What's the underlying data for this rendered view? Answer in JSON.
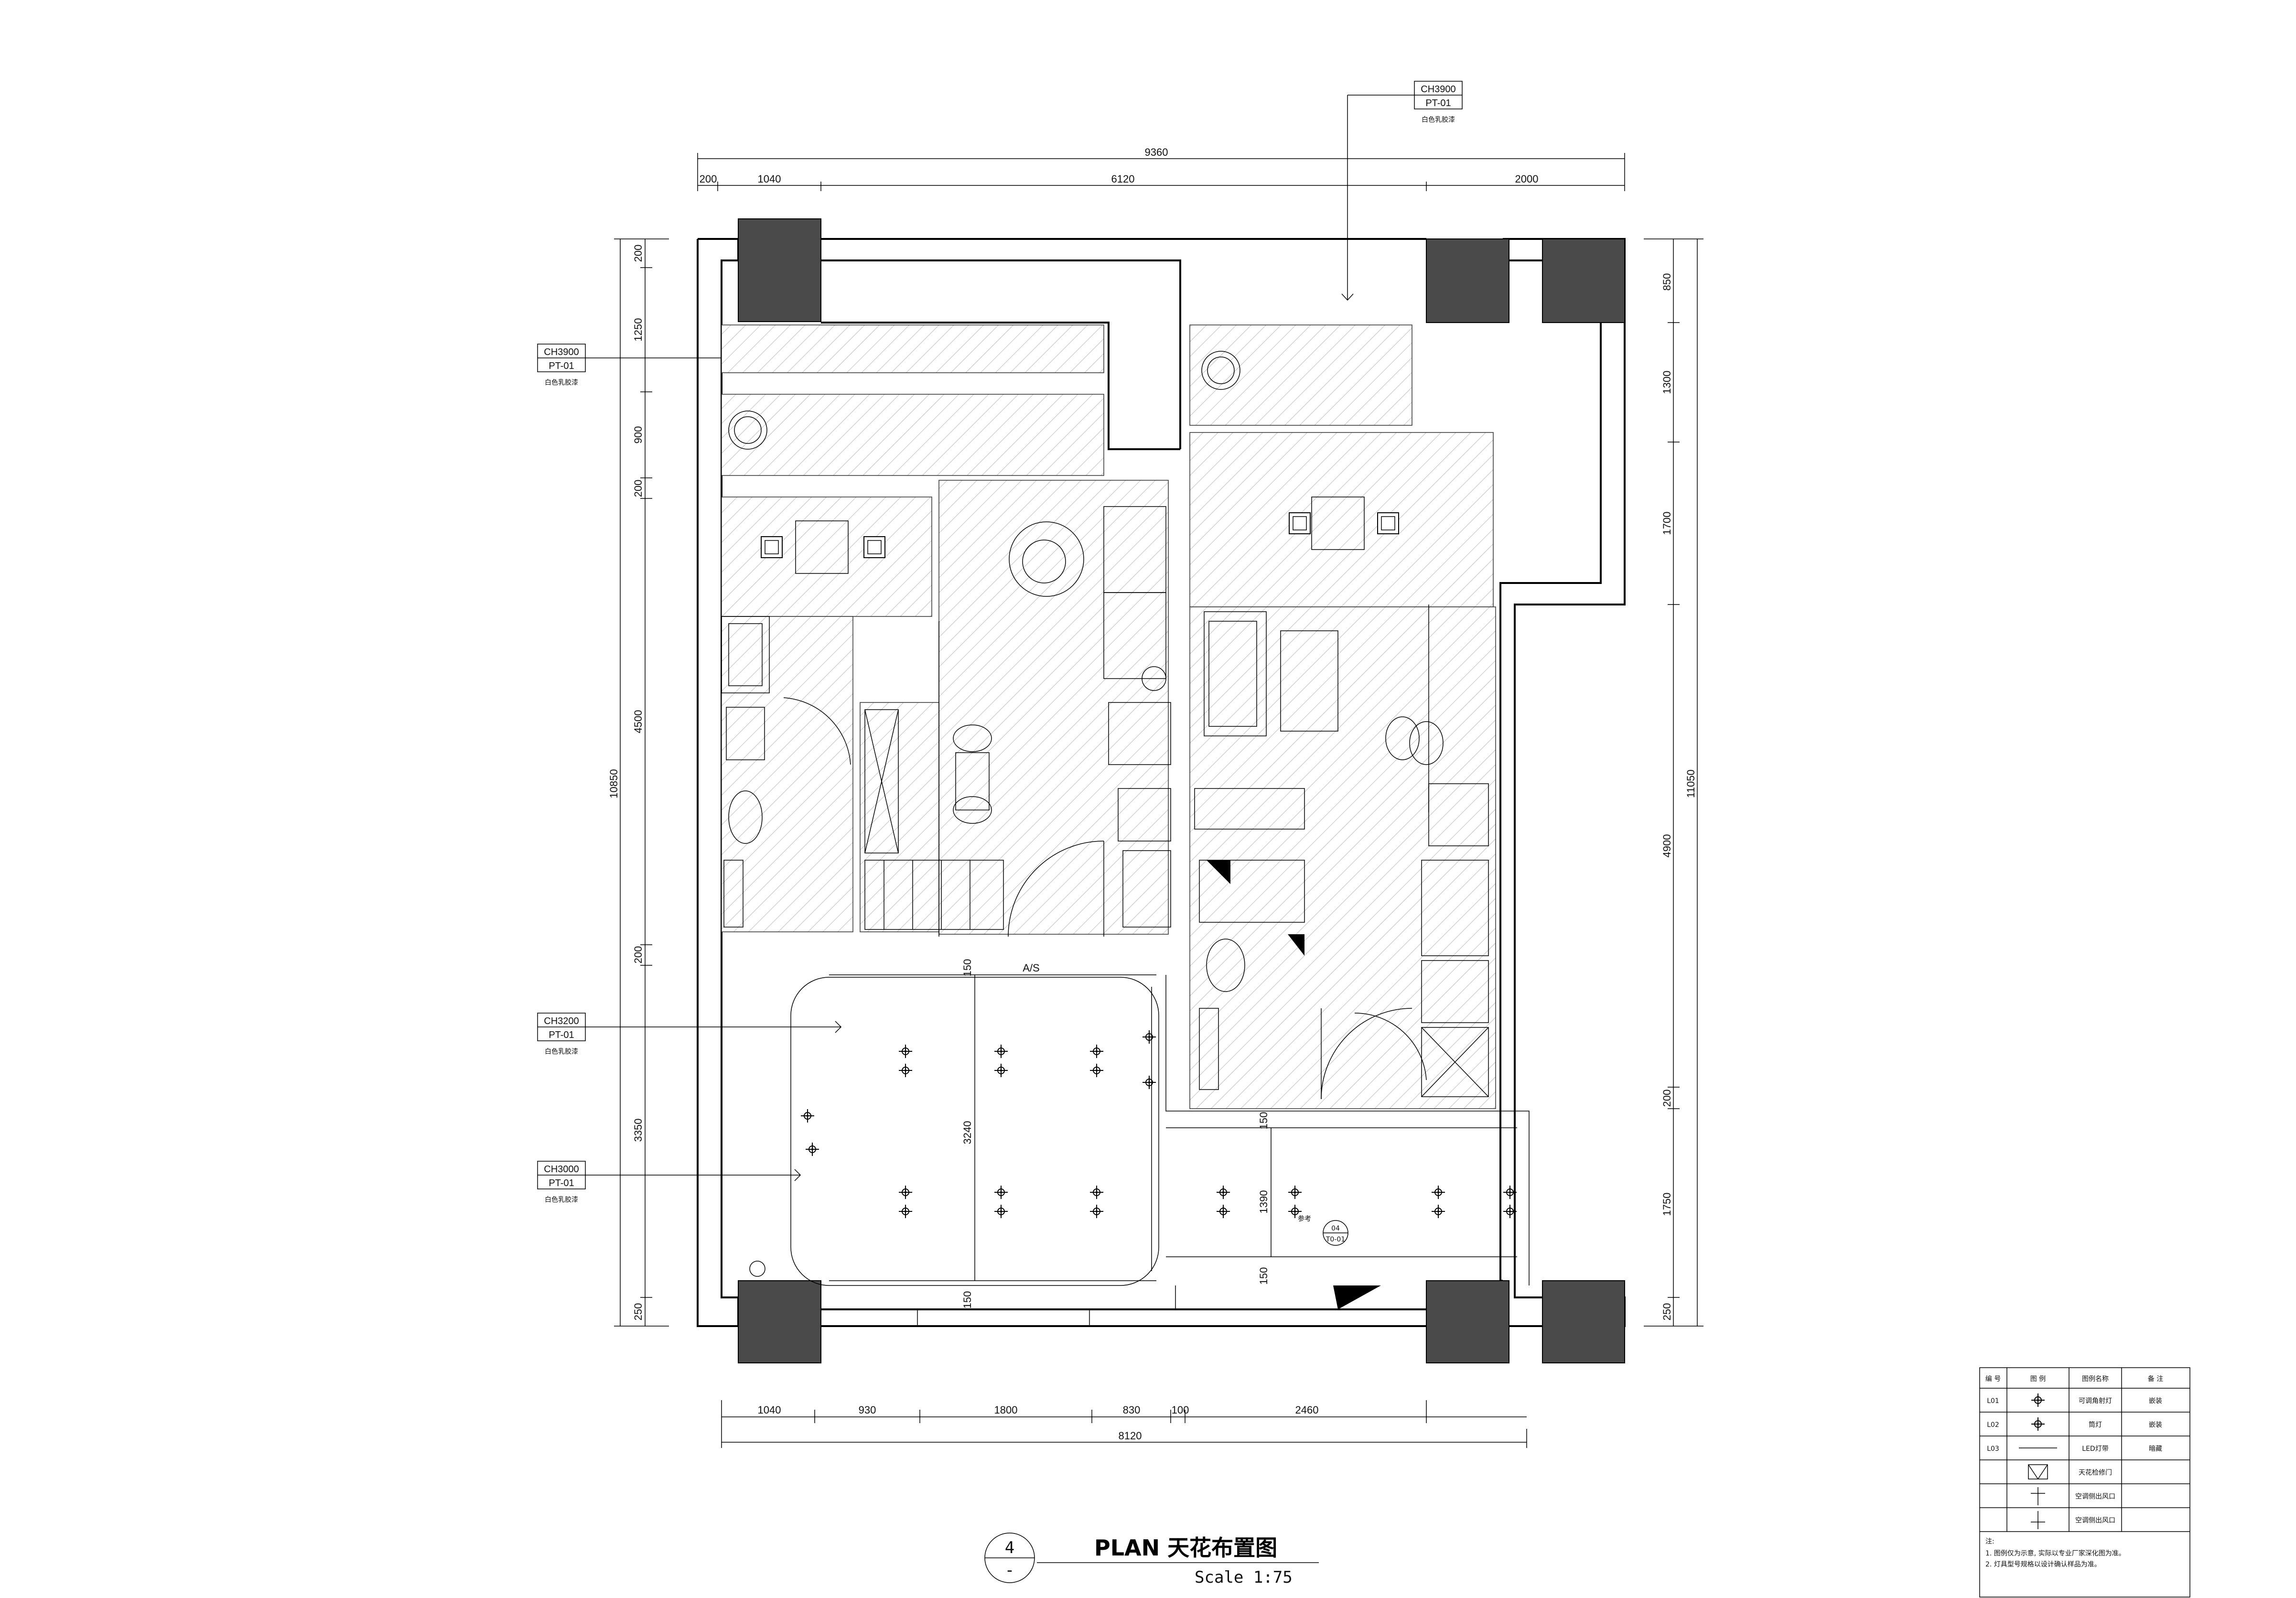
{
  "drawing": {
    "title": "PLAN 天花布置图",
    "scale": "Scale 1:75",
    "number": "4",
    "number_sub": "-"
  },
  "dimensions": {
    "top_total": "9360",
    "top_segments": [
      "200",
      "1040",
      "6120",
      "2000"
    ],
    "bottom_segments": [
      "1040",
      "930",
      "1800",
      "830",
      "100",
      "2460"
    ],
    "bottom_total": "8120",
    "left_segments": [
      "200",
      "1250",
      "900",
      "200",
      "4500",
      "200",
      "3350",
      "250"
    ],
    "left_total": "10850",
    "right_segments": [
      "850",
      "1300",
      "1700",
      "4900",
      "200",
      "1750",
      "250"
    ],
    "right_total": "11050",
    "inner": [
      "3240",
      "150",
      "150",
      "1390",
      "150",
      "150"
    ]
  },
  "ceiling_tags": [
    {
      "ch": "CH3900",
      "code": "PT-01",
      "desc": "白色乳胶漆"
    },
    {
      "ch": "CH3900",
      "code": "PT-01",
      "desc": "白色乳胶漆"
    },
    {
      "ch": "CH3200",
      "code": "PT-01",
      "desc": "白色乳胶漆"
    },
    {
      "ch": "CH3000",
      "code": "PT-01",
      "desc": "白色乳胶漆"
    }
  ],
  "annotations": {
    "av": "A/S",
    "section_top": "04",
    "section_bottom": "T0-01",
    "ref": "参考"
  },
  "legend": {
    "headers": [
      "编 号",
      "图 例",
      "图例名称",
      "备 注"
    ],
    "rows": [
      {
        "code": "L01",
        "name": "可调角射灯",
        "note": "嵌装"
      },
      {
        "code": "L02",
        "name": "筒灯",
        "note": "嵌装"
      },
      {
        "code": "L03",
        "name": "LED灯带",
        "note": "暗藏"
      },
      {
        "code": "",
        "name": "天花检修门",
        "note": ""
      },
      {
        "code": "",
        "name": "空调侧出风口",
        "note": ""
      },
      {
        "code": "",
        "name": "空调侧出风口",
        "note": ""
      }
    ],
    "notes_title": "注:",
    "notes": [
      "1. 图例仅为示意, 实际以专业厂家深化图为准。",
      "2. 灯具型号规格以设计确认样品为准。"
    ]
  }
}
